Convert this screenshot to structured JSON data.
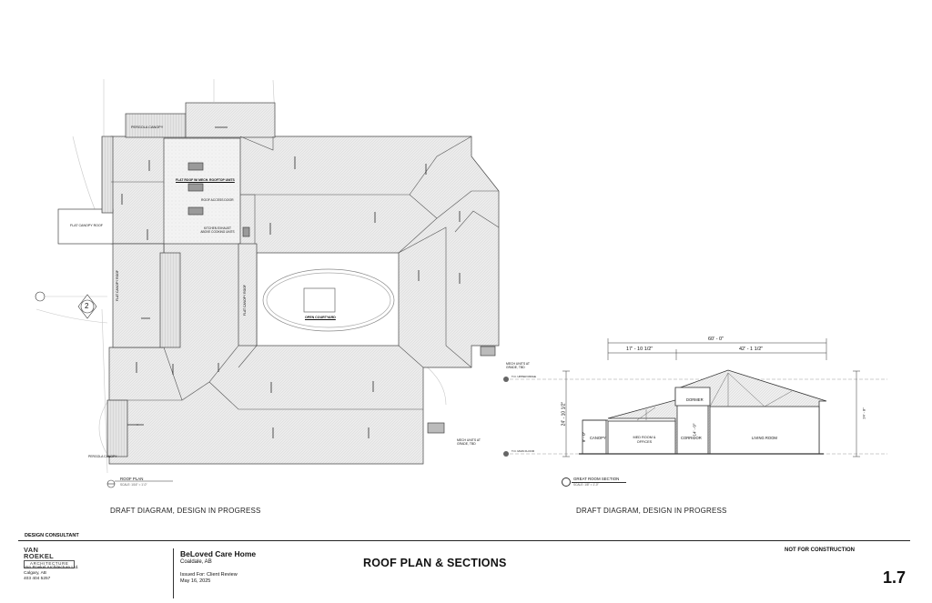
{
  "drawing": {
    "roof_plan": {
      "title": "ROOF PLAN",
      "scale": "SCALE: 1/16\" = 1'-0\"",
      "labels": {
        "pergola_top": "PERGOLA CANOPY",
        "pergola_bottom": "PERGOLA CANOPY",
        "flat_roof_units": "FLAT ROOF W/ MECH. ROOFTOP UNITS",
        "roof_access": "ROOF ACCESS DOOR",
        "kitchen_exhaust": "KITCHEN EXHAUST ABOVE COOKING UNITS",
        "flat_canopy_roof": "FLAT CANOPY ROOF",
        "flat_canopy_vertical_left": "FLAT CANOPY ROOF",
        "flat_canopy_vertical_right": "FLAT CANOPY ROOF",
        "open_courtyard": "OPEN COURTYARD",
        "mech_units_top": "MECH UNITS AT GRADE, TBD",
        "mech_units_bottom": "MECH UNITS AT GRADE, TBD",
        "callout_2": "2"
      }
    },
    "section": {
      "title": "GREAT ROOM SECTION",
      "scale": "SCALE: 1/8\" = 1'-0\"",
      "dim_overall": "60' - 0\"",
      "dim_left": "17' - 10 1/2\"",
      "dim_right": "42' - 1 1/2\"",
      "dim_height": "24' - 10 1/2\"",
      "dim_height_right": "24' - 8\"",
      "dim_canopy": "9' - 0\"",
      "dim_corridor": "14' - 0\"",
      "rooms": {
        "canopy": "CANOPY",
        "med": "MED ROOM & OFFICES",
        "corridor": "CORRIDOR",
        "living": "LIVING ROOM",
        "dormer": "DORMER"
      },
      "levels": {
        "upper": "T.O. UPPER RIDGE",
        "main": "T.O. MAIN FLOOR"
      }
    },
    "draft_left": "DRAFT DIAGRAM, DESIGN IN PROGRESS",
    "draft_right": "DRAFT DIAGRAM, DESIGN IN PROGRESS"
  },
  "titleblock": {
    "design_consultant": "DESIGN CONSULTANT",
    "logo_lines": [
      "VAN",
      "ROEKEL",
      "ARCHITECTURE"
    ],
    "firm_name": "Van Roekel Architecture Ltd.",
    "firm_city": "Calgary, AB",
    "firm_phone": "403 404 5257",
    "project_name": "BeLoved Care Home",
    "project_location": "Coaldale, AB",
    "issued_for": "Issued For: Client Review",
    "issued_date": "May 16, 2025",
    "sheet_title": "ROOF PLAN & SECTIONS",
    "not_for_construction": "NOT FOR CONSTRUCTION",
    "sheet_number": "1.7"
  }
}
